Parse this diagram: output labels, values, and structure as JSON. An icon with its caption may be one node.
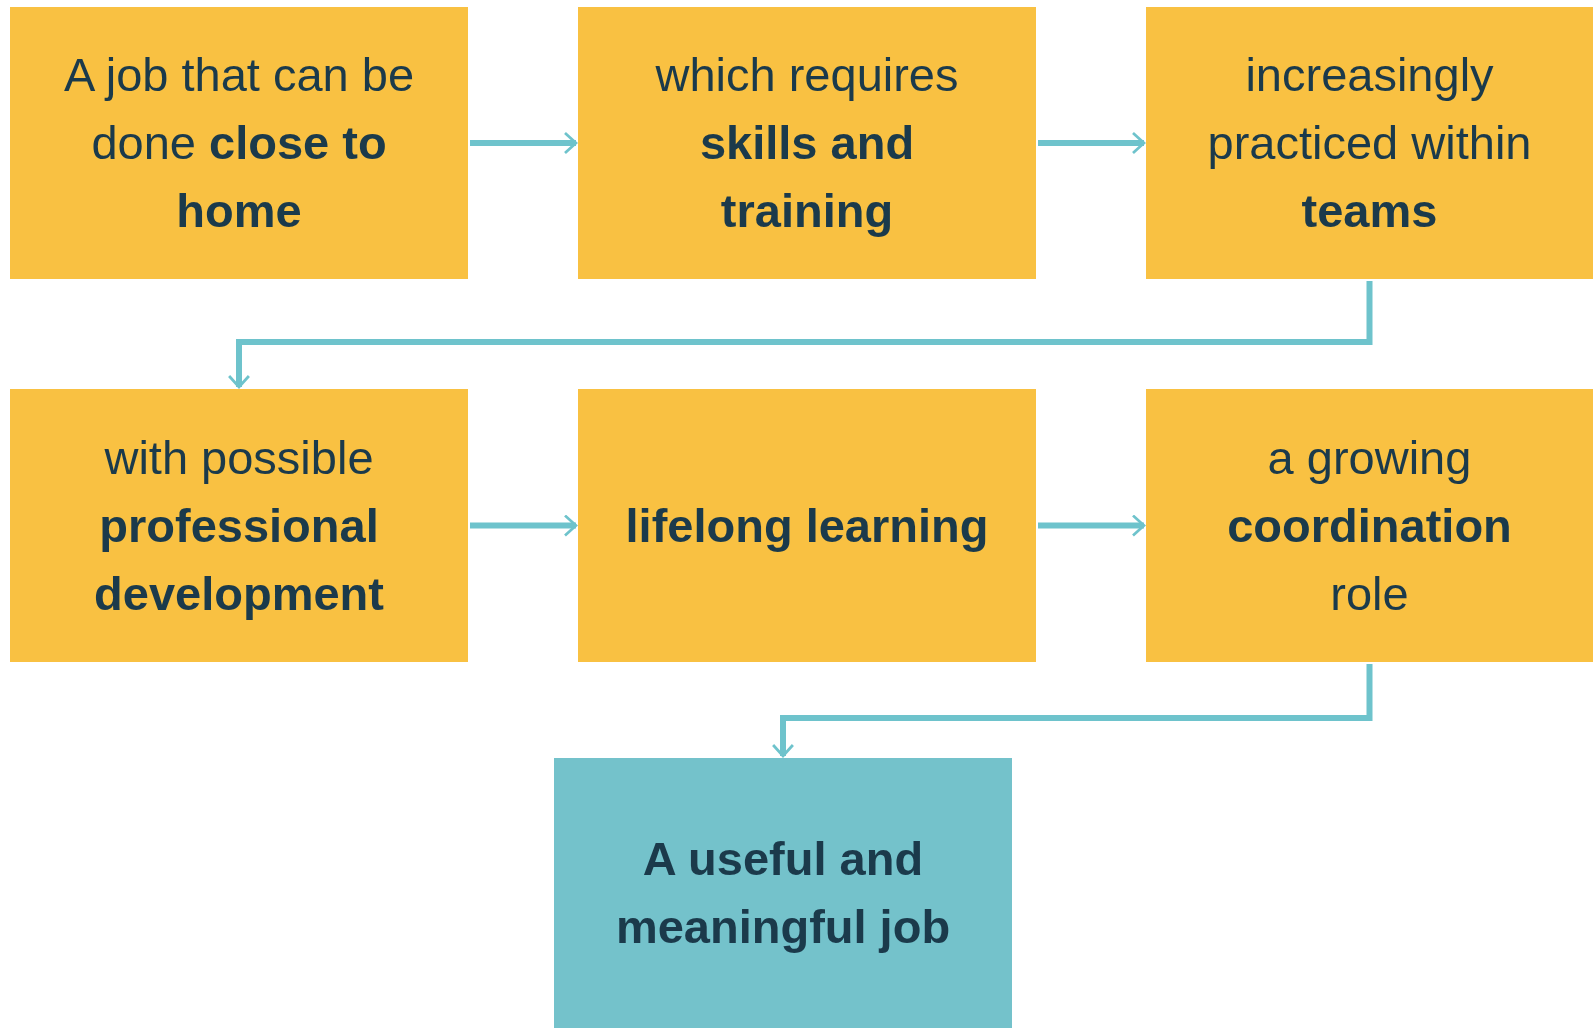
{
  "diagram": {
    "nodes": [
      {
        "text": [
          "A job that can be done **close to home**"
        ]
      },
      {
        "text": [
          "which requires **skills and training**"
        ]
      },
      {
        "text": [
          "increasingly practiced within **teams**"
        ]
      },
      {
        "text": [
          "with possible **professional development**"
        ]
      },
      {
        "text": [
          "lifelong learning"
        ]
      },
      {
        "text": [
          "a growing **coordination** role"
        ]
      },
      {
        "text": [
          "A useful and meaningful job"
        ]
      }
    ],
    "edges": [
      {
        "from": 0,
        "to": 1,
        "arrow": "to"
      },
      {
        "from": 1,
        "to": 2,
        "arrow": "to"
      },
      {
        "from": 2,
        "to": 3,
        "arrow": "to"
      },
      {
        "from": 3,
        "to": 4,
        "arrow": "to"
      },
      {
        "from": 4,
        "to": 5,
        "arrow": "to"
      },
      {
        "from": 5,
        "to": 6,
        "arrow": "to"
      }
    ]
  }
}
